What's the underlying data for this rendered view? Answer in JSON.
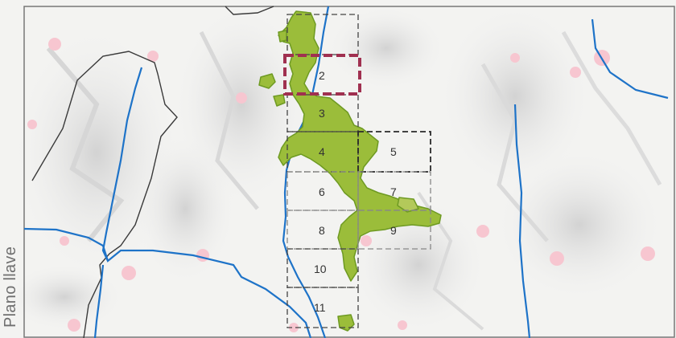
{
  "side_label": "Plano llave",
  "colors": {
    "river": "#1e73c8",
    "boundary": "#3a3a3a",
    "urban": "#9bbd3a",
    "urban_edge": "#6e9a22",
    "highlight": "#a03050",
    "grid": "#444444",
    "pink": "#f7c6d0"
  },
  "tiles": [
    {
      "label": "2",
      "highlighted": true
    },
    {
      "label": "3",
      "highlighted": false
    },
    {
      "label": "4",
      "highlighted": false
    },
    {
      "label": "5",
      "highlighted": false
    },
    {
      "label": "6",
      "highlighted": false
    },
    {
      "label": "7",
      "highlighted": false
    },
    {
      "label": "8",
      "highlighted": false
    },
    {
      "label": "9",
      "highlighted": false
    },
    {
      "label": "10",
      "highlighted": false
    },
    {
      "label": "11",
      "highlighted": false
    }
  ]
}
